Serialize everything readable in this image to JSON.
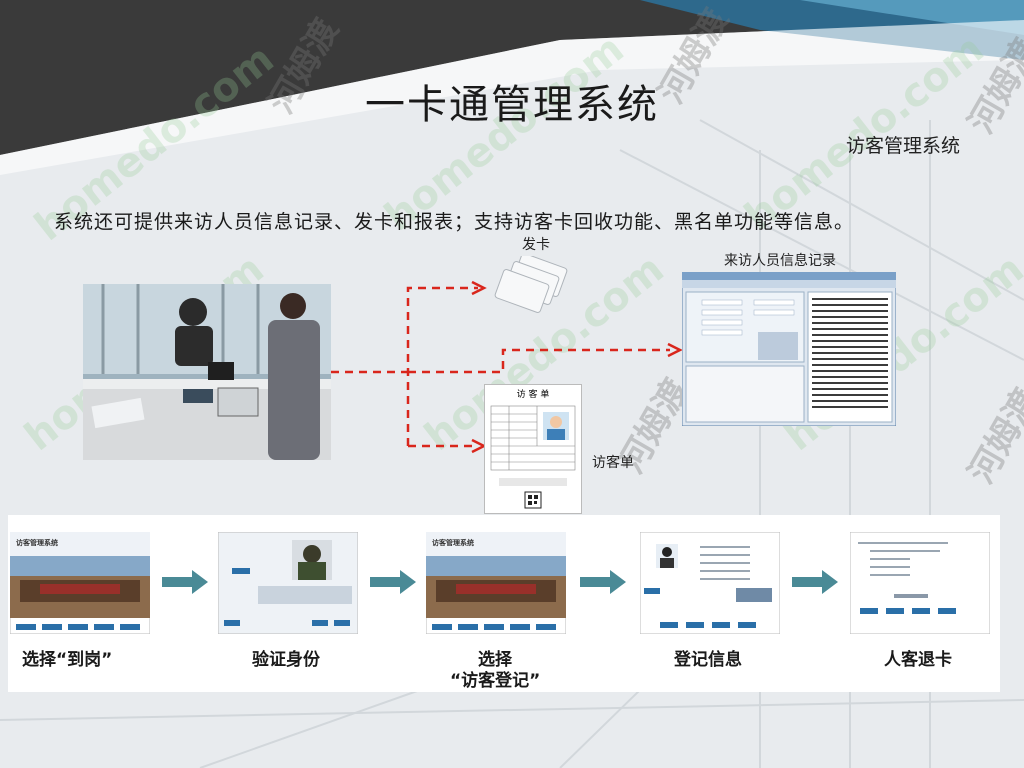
{
  "page": {
    "title": "一卡通管理系统",
    "subtitle": "访客管理系统",
    "description": "系统还可提供来访人员信息记录、发卡和报表；支持访客卡回收功能、黑名单功能等信息。"
  },
  "diagram": {
    "card_issue_label": "发卡",
    "visitor_record_label": "来访人员信息记录",
    "visitor_slip_label": "访客单",
    "visitor_slip_title": "访 客 单",
    "screen_app_title": "访客管理系统"
  },
  "steps": [
    {
      "label": "选择“到岗”"
    },
    {
      "label": "验证身份"
    },
    {
      "label_line1": "选择",
      "label_line2": "“访客登记”"
    },
    {
      "label": "登记信息"
    },
    {
      "label": "人客退卡"
    }
  ],
  "watermark": {
    "text1": "homedo.com",
    "text2": "河姆渡"
  },
  "colors": {
    "arrow_red": "#d9261c",
    "step_arrow": "#4a8a96",
    "dark_header": "#3c3c3c",
    "accent_blue": "#2a6fa8"
  }
}
